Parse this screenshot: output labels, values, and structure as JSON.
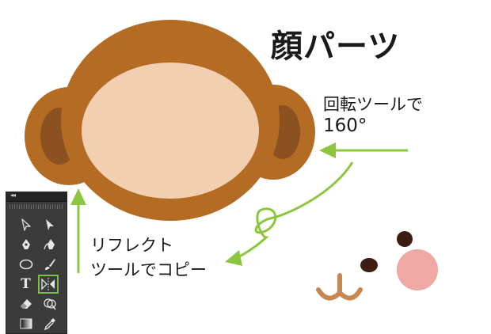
{
  "title": "顔パーツ",
  "notes": {
    "rotate_line1": "回転ツールで",
    "rotate_line2": "160°",
    "reflect_line1": "リフレクト",
    "reflect_line2": "ツールでコピー"
  },
  "colors": {
    "head": "#b46b24",
    "face": "#f1cfb0",
    "ear_inner": "#8c5121",
    "arrow": "#8cc63f",
    "eye": "#3d1c12",
    "cheek": "#f0a8a4",
    "mouth": "#c9874f",
    "panel_bg": "#3b3b3b",
    "tool_highlight": "#7ac143"
  },
  "toolbar": {
    "collapse_icon": "◂◂",
    "tools": [
      {
        "icon": "direct-selection-icon"
      },
      {
        "icon": "selection-icon"
      },
      {
        "icon": "pen-icon"
      },
      {
        "icon": "curvature-pen-icon"
      },
      {
        "icon": "ellipse-icon"
      },
      {
        "icon": "paintbrush-icon"
      },
      {
        "icon": "type-tool-icon",
        "glyph": "T"
      },
      {
        "icon": "reflect-tool-icon",
        "selected": true
      },
      {
        "icon": "eraser-icon"
      },
      {
        "icon": "shape-builder-icon"
      },
      {
        "icon": "gradient-icon"
      },
      {
        "icon": "eyedropper-icon"
      }
    ]
  }
}
